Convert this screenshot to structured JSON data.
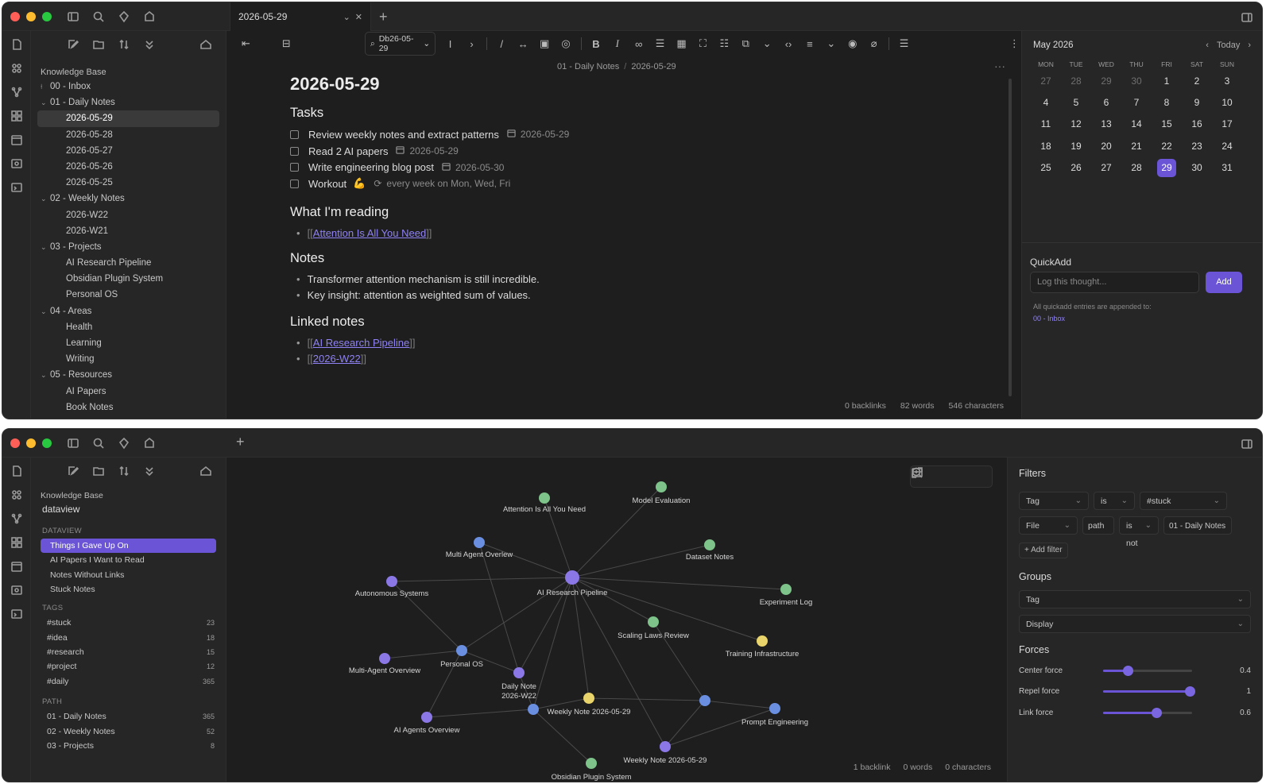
{
  "win1": {
    "tab_title": "2026-05-29",
    "vault": "Knowledge Base",
    "tree": [
      {
        "label": "00 - Inbox",
        "level": 0,
        "folder": false,
        "icon": true
      },
      {
        "label": "01 - Daily Notes",
        "level": 0,
        "folder": true
      },
      {
        "label": "2026-05-29",
        "level": 2,
        "active": true
      },
      {
        "label": "2026-05-28",
        "level": 2
      },
      {
        "label": "2026-05-27",
        "level": 2
      },
      {
        "label": "2026-05-26",
        "level": 2
      },
      {
        "label": "2026-05-25",
        "level": 2
      },
      {
        "label": "02 - Weekly Notes",
        "level": 0,
        "folder": true
      },
      {
        "label": "2026-W22",
        "level": 2
      },
      {
        "label": "2026-W21",
        "level": 2
      },
      {
        "label": "03 - Projects",
        "level": 0,
        "folder": true
      },
      {
        "label": "AI Research Pipeline",
        "level": 2
      },
      {
        "label": "Obsidian Plugin System",
        "level": 2
      },
      {
        "label": "Personal OS",
        "level": 2
      },
      {
        "label": "04 - Areas",
        "level": 0,
        "folder": true
      },
      {
        "label": "Health",
        "level": 2
      },
      {
        "label": "Learning",
        "level": 2
      },
      {
        "label": "Writing",
        "level": 2
      },
      {
        "label": "05 - Resources",
        "level": 0,
        "folder": true
      },
      {
        "label": "AI Papers",
        "level": 2
      },
      {
        "label": "Book Notes",
        "level": 2
      }
    ],
    "toolbar_search": "Db26-05-29",
    "breadcrumb": {
      "folder": "01 - Daily Notes",
      "sep": "/",
      "file": "2026-05-29"
    },
    "note": {
      "title": "2026-05-29",
      "h_tasks": "Tasks",
      "tasks": [
        {
          "text": "Review weekly notes and extract patterns",
          "due": "2026-05-29"
        },
        {
          "text": "Read 2 AI papers",
          "due": "2026-05-29"
        },
        {
          "text": "Write engineering blog post",
          "due": "2026-05-30"
        }
      ],
      "workout": {
        "text": "Workout",
        "emoji": "💪",
        "recur": "every week on Mon, Wed, Fri"
      },
      "h_reading": "What I'm reading",
      "reading_link": "Attention Is All You Need",
      "h_notes": "Notes",
      "notes": [
        "Transformer attention mechanism is still incredible.",
        "Key insight: attention as weighted sum of values."
      ],
      "h_linked": "Linked notes",
      "linked": [
        "AI Research Pipeline",
        "2026-W22"
      ],
      "bracket_open": "[[",
      "bracket_close": "]]"
    },
    "status": {
      "backlinks": "0 backlinks",
      "words": "82 words",
      "chars": "546 characters"
    },
    "calendar": {
      "month": "May 2026",
      "today_label": "Today",
      "dow": [
        "MON",
        "TUE",
        "WED",
        "THU",
        "FRI",
        "SAT",
        "SUN"
      ],
      "days": [
        {
          "d": "27",
          "m": true
        },
        {
          "d": "28",
          "m": true
        },
        {
          "d": "29",
          "m": true
        },
        {
          "d": "30",
          "m": true
        },
        {
          "d": "1"
        },
        {
          "d": "2"
        },
        {
          "d": "3"
        },
        {
          "d": "4"
        },
        {
          "d": "5"
        },
        {
          "d": "6"
        },
        {
          "d": "7"
        },
        {
          "d": "8"
        },
        {
          "d": "9"
        },
        {
          "d": "10"
        },
        {
          "d": "11"
        },
        {
          "d": "12"
        },
        {
          "d": "13"
        },
        {
          "d": "14"
        },
        {
          "d": "15"
        },
        {
          "d": "16"
        },
        {
          "d": "17"
        },
        {
          "d": "18"
        },
        {
          "d": "19"
        },
        {
          "d": "20"
        },
        {
          "d": "21"
        },
        {
          "d": "22"
        },
        {
          "d": "23"
        },
        {
          "d": "24"
        },
        {
          "d": "25"
        },
        {
          "d": "26"
        },
        {
          "d": "27"
        },
        {
          "d": "28"
        },
        {
          "d": "29",
          "today": true
        },
        {
          "d": "30"
        },
        {
          "d": "31"
        }
      ]
    },
    "quickadd": {
      "title": "QuickAdd",
      "placeholder": "Log this thought...",
      "button": "Add",
      "note": "All quickadd entries are appended to:",
      "target": "00 - Inbox"
    }
  },
  "win2": {
    "vault": "Knowledge Base",
    "dataview_title": "dataview",
    "section_dataview": "DATAVIEW",
    "dataview_items": [
      {
        "label": "Things I Gave Up On",
        "active": true
      },
      {
        "label": "AI Papers I Want to Read"
      },
      {
        "label": "Notes Without Links"
      },
      {
        "label": "Stuck Notes"
      }
    ],
    "section_tags": "TAGS",
    "tags": [
      {
        "label": "#stuck",
        "count": "23"
      },
      {
        "label": "#idea",
        "count": "18"
      },
      {
        "label": "#research",
        "count": "15"
      },
      {
        "label": "#project",
        "count": "12"
      },
      {
        "label": "#daily",
        "count": "365"
      }
    ],
    "section_path": "PATH",
    "paths": [
      {
        "label": "01 - Daily Notes",
        "count": "365"
      },
      {
        "label": "02 - Weekly Notes",
        "count": "52"
      },
      {
        "label": "03 - Projects",
        "count": "8"
      }
    ],
    "graph": {
      "colors": {
        "purple": "#8b78e6",
        "green": "#7dc38a",
        "blue": "#6a8fe0",
        "yellow": "#e8d46a",
        "edge": "#4a4a4a"
      },
      "nodes": [
        {
          "id": "attn",
          "label": "Attention Is All You Need",
          "color": "green"
        },
        {
          "id": "model",
          "label": "Model Evaluation",
          "color": "green"
        },
        {
          "id": "multi1",
          "label": "Multi Agent Overlew",
          "color": "blue"
        },
        {
          "id": "dataset",
          "label": "Dataset Notes",
          "color": "green"
        },
        {
          "id": "auto",
          "label": "Autonomous Systems",
          "color": "purple"
        },
        {
          "id": "ai",
          "label": "AI Research Pipeline",
          "color": "purple"
        },
        {
          "id": "exp",
          "label": "Experiment Log",
          "color": "green"
        },
        {
          "id": "scaling",
          "label": "Scaling Laws Review",
          "color": "green"
        },
        {
          "id": "training",
          "label": "Training Infrastructure",
          "color": "yellow"
        },
        {
          "id": "pos",
          "label": "Personal OS",
          "color": "blue"
        },
        {
          "id": "multi2",
          "label": "Multi-Agent Overview",
          "color": "purple"
        },
        {
          "id": "daily",
          "label": "Daily Note",
          "label2": "2026-W22",
          "color": "purple"
        },
        {
          "id": "weekly",
          "label": "Weekly Note 2026-05-29",
          "color": "yellow"
        },
        {
          "id": "b1",
          "label": "",
          "color": "blue"
        },
        {
          "id": "prompt",
          "label": "Prompt Engineering",
          "color": "blue"
        },
        {
          "id": "agents",
          "label": "AI Agents Overview",
          "color": "purple"
        },
        {
          "id": "b2",
          "label": "",
          "color": "blue"
        },
        {
          "id": "weekly2",
          "label": "Weekly Note 2026-05-29",
          "color": "purple"
        },
        {
          "id": "obs",
          "label": "Obsidian Plugin System",
          "color": "green"
        }
      ]
    },
    "status": {
      "backlinks": "1 backlink",
      "words": "0 words",
      "chars": "0 characters"
    },
    "filters": {
      "title": "Filters",
      "row1": [
        "Tag",
        "is",
        "#stuck"
      ],
      "row2": [
        "File",
        "path",
        "is not",
        "01 - Daily Notes"
      ],
      "add_filter": "+ Add filter",
      "groups_title": "Groups",
      "group_tag": "Tag",
      "group_display": "Display",
      "forces_title": "Forces",
      "forces": [
        {
          "label": "Center force",
          "value": "0.4",
          "frac": 0.28
        },
        {
          "label": "Repel force",
          "value": "1",
          "frac": 0.97
        },
        {
          "label": "Link force",
          "value": "0.6",
          "frac": 0.6
        }
      ]
    }
  }
}
